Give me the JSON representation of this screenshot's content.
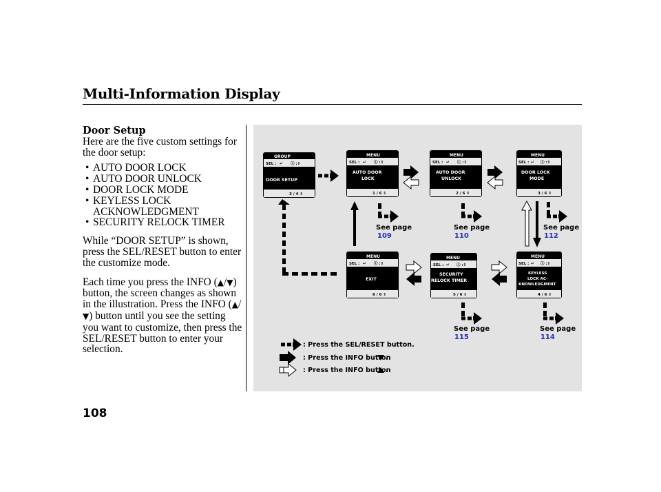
{
  "header": {
    "title": "Multi-Information Display"
  },
  "section": {
    "heading": "Door Setup",
    "intro": "Here are the five custom settings for the door setup:",
    "bullets": [
      "AUTO DOOR LOCK",
      "AUTO DOOR UNLOCK",
      "DOOR LOCK MODE",
      "KEYLESS LOCK",
      "ACKNOWLEDGMENT",
      "SECURITY RELOCK TIMER"
    ],
    "para2": "While “DOOR SETUP” is shown, press the SEL/RESET button to enter the customize mode.",
    "para3_part1": "Each time you press the INFO (",
    "para3_part2": "/",
    "para3_part3": ") button, the screen changes as shown in the illustration. Press the INFO (",
    "para3_part4": "/",
    "para3_part5": ") button until you see the setting you want to customize, then press the SEL/RESET button to enter your selection."
  },
  "footer": {
    "page_number": "108"
  },
  "diagram": {
    "sel_label": "SEL :",
    "screens": {
      "group": {
        "header": "GROUP",
        "line1": "DOOR SETUP",
        "line2": "",
        "count": "3/4"
      },
      "auto_lock": {
        "header": "MENU",
        "line1": "AUTO DOOR",
        "line2": "LOCK",
        "count": "1/6"
      },
      "auto_unlock": {
        "header": "MENU",
        "line1": "AUTO DOOR",
        "line2": "UNLOCK",
        "count": "2/6"
      },
      "lock_mode": {
        "header": "MENU",
        "line1": "DOOR LOCK",
        "line2": "MODE",
        "count": "3/6"
      },
      "exit": {
        "header": "MENU",
        "line1": "EXIT",
        "line2": "",
        "count": "6/6"
      },
      "relock": {
        "header": "MENU",
        "line1": "SECURITY",
        "line2": "RELOCK TIMER",
        "count": "5/6"
      },
      "keyless": {
        "header": "MENU",
        "line1": "KEYLESS",
        "line2": "LOCK AC-",
        "line3": "KNOWLEDGMENT",
        "count": "4/6"
      }
    },
    "see_page": {
      "label": "See page",
      "auto_lock": "109",
      "auto_unlock": "110",
      "lock_mode": "112",
      "relock": "115",
      "keyless": "114"
    },
    "legend": {
      "sel_reset": ": Press the SEL/RESET button.",
      "info_down": ": Press the INFO button",
      "info_up": ": Press the INFO button"
    }
  }
}
